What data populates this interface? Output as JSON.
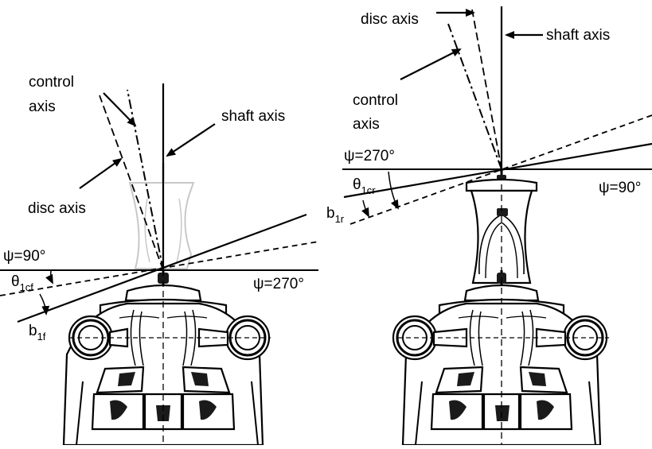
{
  "left_panel": {
    "control_axis_label_line1": "control",
    "control_axis_label_line2": "axis",
    "shaft_axis_label": "shaft axis",
    "disc_axis_label": "disc axis",
    "psi_left_label": "ψ=90°",
    "psi_right_label": "ψ=270°",
    "theta_label": "θ",
    "theta_subscript": "1cf",
    "b_label": "b",
    "b_subscript": "1f"
  },
  "right_panel": {
    "disc_axis_label": "disc axis",
    "shaft_axis_label": "shaft axis",
    "control_axis_label_line1": "control",
    "control_axis_label_line2": "axis",
    "psi_left_label": "ψ=270°",
    "psi_right_label": "ψ=90°",
    "theta_label": "θ",
    "theta_subscript": "1cr",
    "b_label": "b",
    "b_subscript": "1r"
  }
}
